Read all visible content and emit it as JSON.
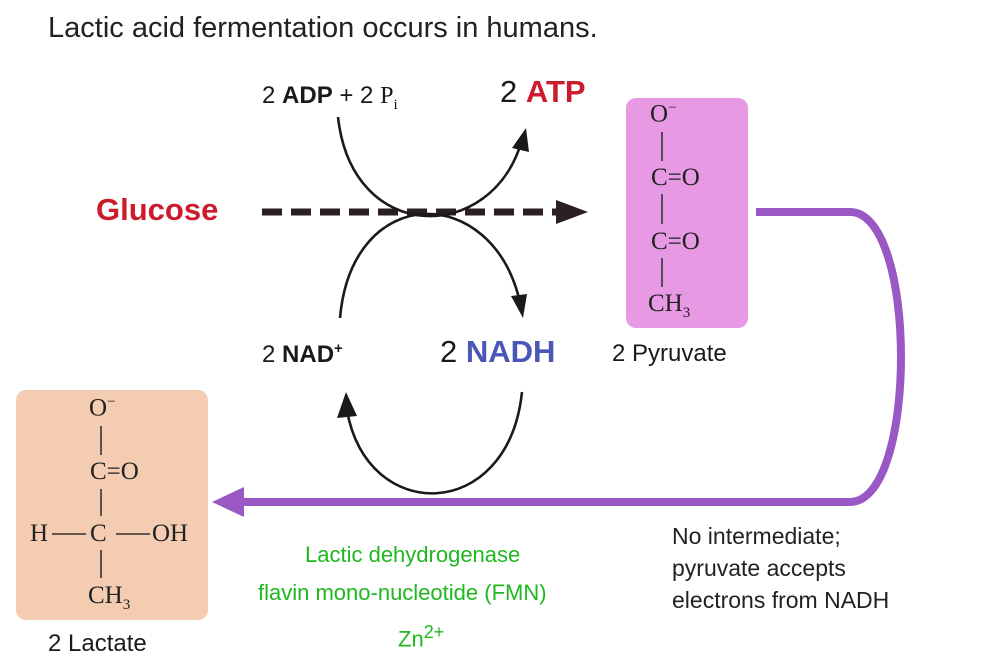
{
  "title": "Lactic acid fermentation occurs in humans.",
  "glucose": "Glucose",
  "top_left": {
    "count": "2",
    "adp": "ADP",
    "plus": "+ 2",
    "p": "P",
    "p_sub": "i"
  },
  "top_right": {
    "count": "2",
    "atp": "ATP"
  },
  "bottom_left": {
    "count": "2",
    "nad": "NAD",
    "sup": "+"
  },
  "bottom_right": {
    "count": "2",
    "nadh": "NADH"
  },
  "pyruvate": {
    "label": "2 Pyruvate",
    "o_minus": "O",
    "minus": "−",
    "co1": "C=O",
    "co2": "C=O",
    "ch3": "CH",
    "ch3_sub": "3"
  },
  "lactate": {
    "label": "2 Lactate",
    "o_minus": "O",
    "minus": "−",
    "co": "C=O",
    "h": "H",
    "c": "C",
    "oh": "OH",
    "ch3": "CH",
    "ch3_sub": "3"
  },
  "enzyme": {
    "line1": "Lactic dehydrogenase",
    "line2": "flavin mono-nucleotide (FMN)",
    "line3": "Zn",
    "line3_sup": "2+"
  },
  "note": {
    "line1": "No intermediate;",
    "line2": "pyruvate accepts",
    "line3": "electrons from NADH"
  },
  "colors": {
    "red": "#cc1b2c",
    "blue": "#4a56b8",
    "green": "#1fb81f",
    "purple": "#9a58c4",
    "pyruvate_box": "#e79ae3",
    "lactate_box": "#f4ccb2"
  }
}
